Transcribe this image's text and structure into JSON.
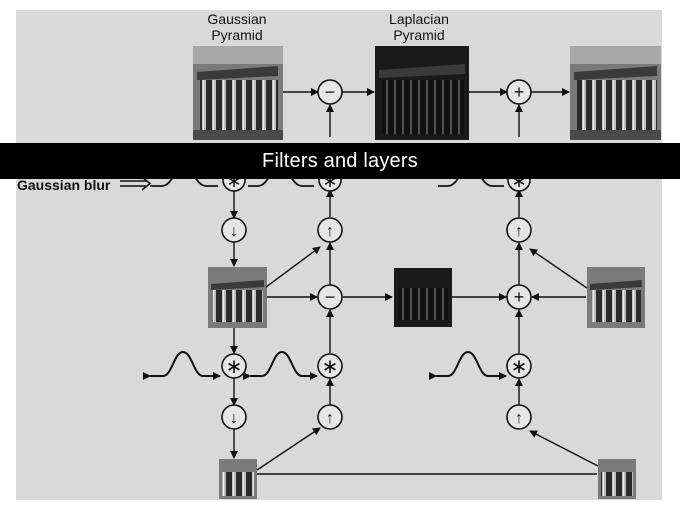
{
  "labels": {
    "gaussian_pyramid": [
      "Gaussian",
      "Pyramid"
    ],
    "laplacian_pyramid": [
      "Laplacian",
      "Pyramid"
    ],
    "gaussian_blur": "Gaussian blur"
  },
  "operators": {
    "subtract": "−",
    "add": "+",
    "convolve": "∗",
    "downsample": "↓",
    "upsample": "↑"
  },
  "banner": {
    "caption": "Filters and layers"
  },
  "colors": {
    "panel_background": "#d9d9d9",
    "page_background": "#ffffff",
    "banner_background": "#000000",
    "banner_text": "#ffffff"
  }
}
